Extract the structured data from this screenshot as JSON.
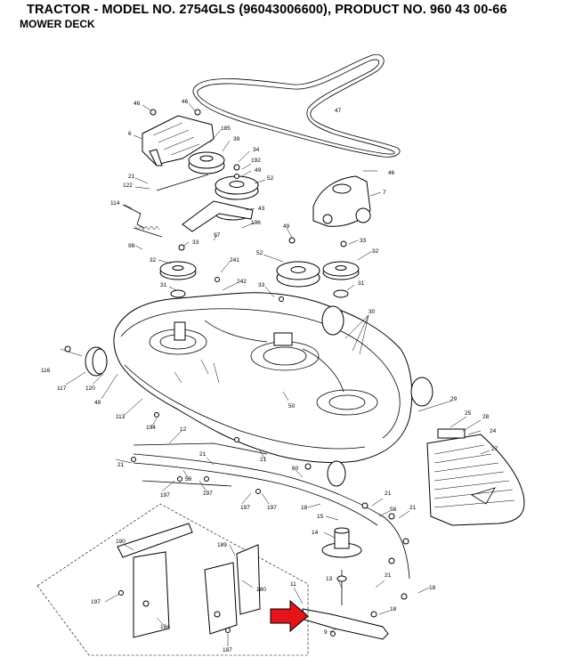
{
  "header": {
    "title": "TRACTOR - MODEL NO. 2754GLS (96043006600), PRODUCT NO. 960 43 00-66",
    "subtitle": "MOWER DECK"
  },
  "callouts": {
    "c46a": "46",
    "c46b": "46",
    "c6": "6",
    "c185": "185",
    "c39": "39",
    "c47": "47",
    "c34": "34",
    "c192": "192",
    "c49a": "49",
    "c52a": "52",
    "c46c": "46",
    "c7": "7",
    "c21a": "21",
    "c122": "122",
    "c43": "43",
    "c114": "114",
    "c196": "196",
    "c97": "97",
    "c98": "98",
    "c33a": "33",
    "c49b": "49",
    "c33b": "33",
    "c32a": "32",
    "c241": "241",
    "c52b": "52",
    "c32b": "32",
    "c31a": "31",
    "c242": "242",
    "c33c": "33",
    "c31b": "31",
    "c30": "30",
    "c116": "116",
    "c117": "117",
    "c120": "120",
    "c49c": "49",
    "c113": "113",
    "c194": "194",
    "c12": "12",
    "c50": "50",
    "c29": "29",
    "c25": "25",
    "c28": "28",
    "c24": "24",
    "c27": "27",
    "c21b": "21",
    "c58a": "58",
    "c21c": "21",
    "c21d": "21",
    "c60": "60",
    "c197a": "197",
    "c197b": "197",
    "c197c": "197",
    "c197d": "197",
    "c18a": "18",
    "c21e": "21",
    "c15": "15",
    "c58b": "58",
    "c21f": "21",
    "c14": "14",
    "c21g": "21",
    "c190": "190",
    "c189": "189",
    "c180": "180",
    "c11": "11",
    "c13": "13",
    "c18b": "18",
    "c18c": "18",
    "c9": "9",
    "c197e": "197",
    "c184": "184",
    "c187": "187"
  },
  "colors": {
    "line": "#000000",
    "background": "#ffffff",
    "arrow": "#e3151a"
  }
}
